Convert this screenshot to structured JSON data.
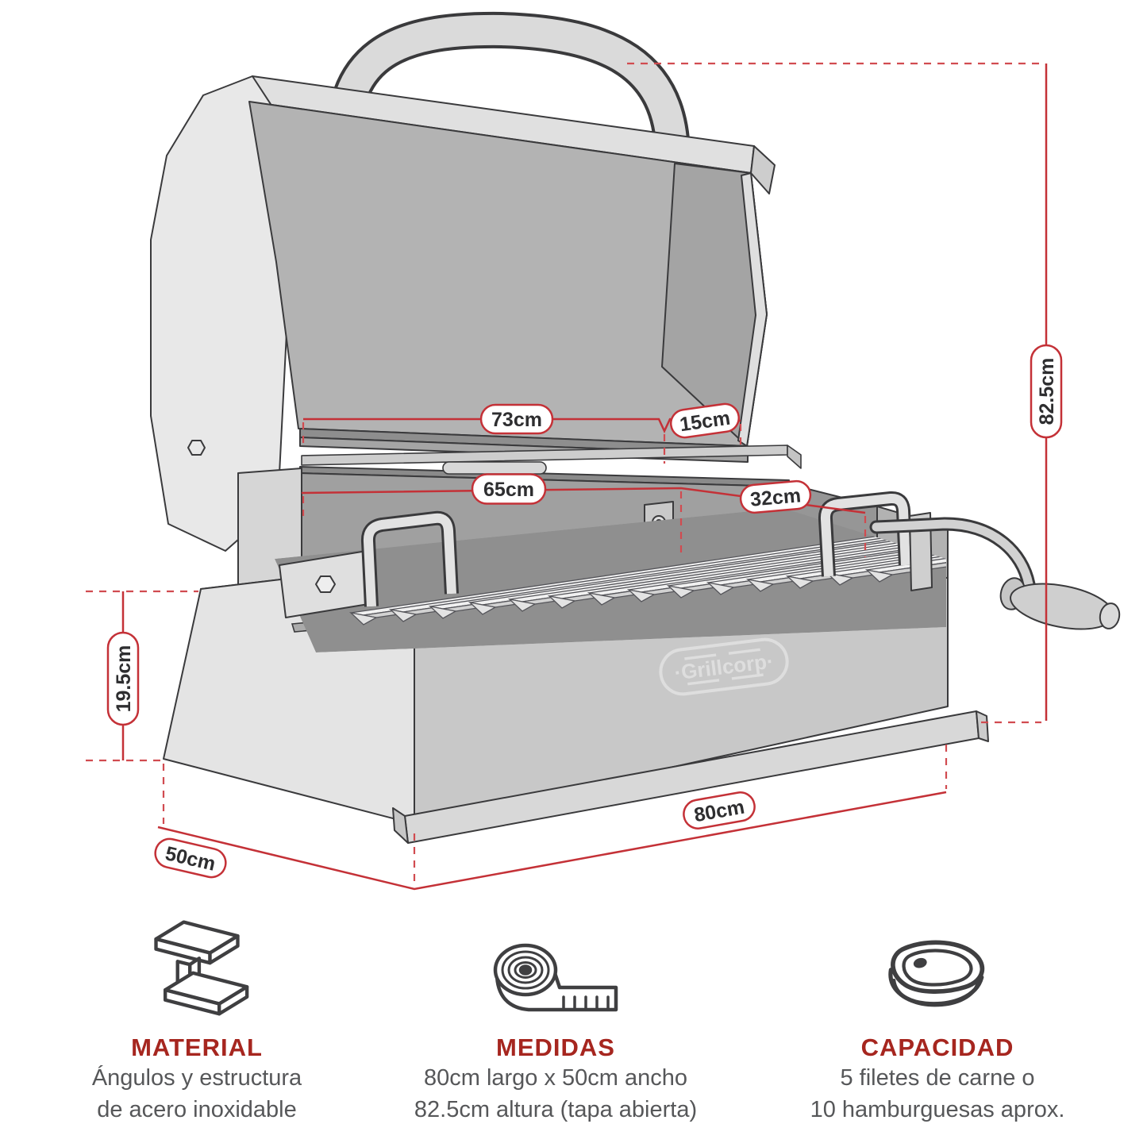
{
  "product": {
    "badge_text": "·Grillcorp·"
  },
  "dimension_labels": {
    "top_length": "73cm",
    "top_right_offset": "15cm",
    "grate_length": "65cm",
    "grate_right_offset": "32cm",
    "open_height": "82.5cm",
    "box_height": "19.5cm",
    "base_length": "80cm",
    "base_depth": "50cm"
  },
  "spec_sections": [
    {
      "icon": "steel-beam-icon",
      "title": "MATERIAL",
      "line1": "Ángulos y estructura",
      "line2": "de acero inoxidable"
    },
    {
      "icon": "measuring-tape-icon",
      "title": "MEDIDAS",
      "line1": "80cm largo x 50cm ancho",
      "line2": "82.5cm altura (tapa abierta)"
    },
    {
      "icon": "steak-icon",
      "title": "CAPACIDAD",
      "line1": "5 filetes de carne o",
      "line2": "10 hamburguesas aprox."
    }
  ],
  "colors": {
    "dimension_red": "#c43137",
    "title_red": "#a6261f",
    "body_text_gray": "#565759",
    "pill_text": "#2e2e30"
  }
}
